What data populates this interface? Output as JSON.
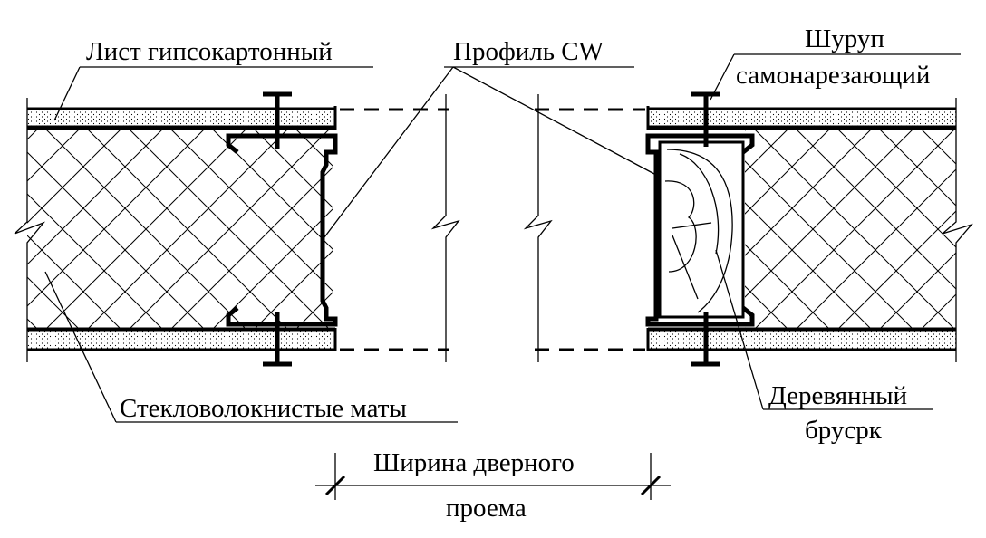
{
  "labels": {
    "gypsum_sheet": "Лист гипсокартонный",
    "cw_profile": "Профиль CW",
    "screw_line1": "Шуруп",
    "screw_line2": "самонарезающий",
    "glass_mats": "Стекловолокнистые маты",
    "wood_line1": "Деревянный",
    "wood_line2": "брусрк",
    "width_line1": "Ширина дверного",
    "width_line2": "проема"
  },
  "colors": {
    "ink": "#000000",
    "paper": "#ffffff"
  }
}
